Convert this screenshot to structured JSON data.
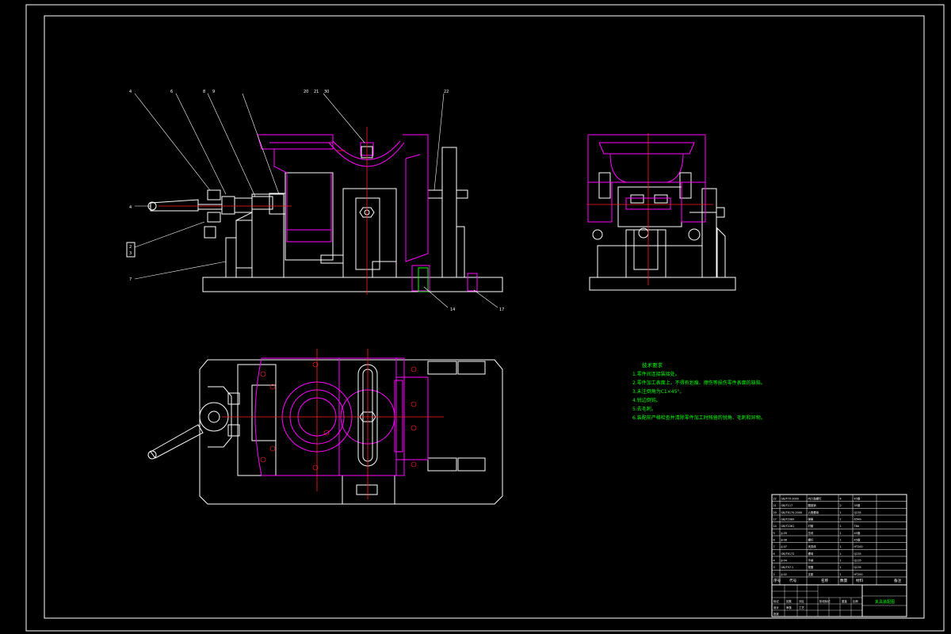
{
  "drawing": {
    "colors": {
      "background": "#000000",
      "outline": "#ffffff",
      "part_outline": "#ff00ff",
      "center_line": "#ff2020",
      "notes_text": "#00ff00"
    },
    "front_view_balloons": [
      "4",
      "6",
      "8",
      "9",
      "20",
      "21",
      "30",
      "22",
      "4",
      "2",
      "3",
      "7",
      "14",
      "17"
    ],
    "technical_requirements": {
      "title": "技术要求",
      "items": [
        "1.零件间连接装接处。",
        "2.零件加工表面上，不得有划痕、擦伤等损伤零件表面的缺陷。",
        "3.未注倒角为C1×45°。",
        "4.锐边倒钝。",
        "5.去毛刺。",
        "6.装配前严格检查并清除零件加工时残留的锐角、毛刺和异物。"
      ]
    },
    "bom": {
      "rows": [
        {
          "no": "22",
          "code": "GB/T70-2000",
          "name": "内六角螺钉",
          "qty": "4",
          "material": "45钢"
        },
        {
          "no": "21",
          "code": "GB/T117",
          "name": "圆锥销",
          "qty": "2",
          "material": "35钢"
        },
        {
          "no": "20",
          "code": "GB/T6170-2000",
          "name": "六角螺母",
          "qty": "1",
          "material": "Q235"
        },
        {
          "no": "17",
          "code": "GB/T2089",
          "name": "弹簧",
          "qty": "1",
          "material": "65Mn"
        },
        {
          "no": "14",
          "code": "GB/T2261",
          "name": "衬套",
          "qty": "1",
          "material": "T8A"
        },
        {
          "no": "9",
          "code": "JJ-09",
          "name": "压块",
          "qty": "1",
          "material": "45钢"
        },
        {
          "no": "8",
          "code": "JJ-08",
          "name": "螺杆",
          "qty": "1",
          "material": "45钢"
        },
        {
          "no": "7",
          "code": "JJ-07",
          "name": "夹具体",
          "qty": "1",
          "material": "HT200"
        },
        {
          "no": "6",
          "code": "GB/T6172",
          "name": "螺母",
          "qty": "1",
          "material": "Q235"
        },
        {
          "no": "4",
          "code": "JJ-04",
          "name": "手柄",
          "qty": "1",
          "material": "Q235"
        },
        {
          "no": "3",
          "code": "GB/T97.1",
          "name": "垫圈",
          "qty": "1",
          "material": "Q235"
        },
        {
          "no": "2",
          "code": "JJ-02",
          "name": "支座",
          "qty": "1",
          "material": "HT200"
        }
      ],
      "header": {
        "no": "序号",
        "code": "代号",
        "name": "名称",
        "qty": "数量",
        "material": "材料",
        "note": "备注"
      }
    },
    "title_block": {
      "title": "夹具装配图",
      "labels": [
        "标记",
        "处数",
        "分区",
        "设计",
        "审核",
        "工艺",
        "批准",
        "阶段标记",
        "重量",
        "比例"
      ]
    }
  }
}
